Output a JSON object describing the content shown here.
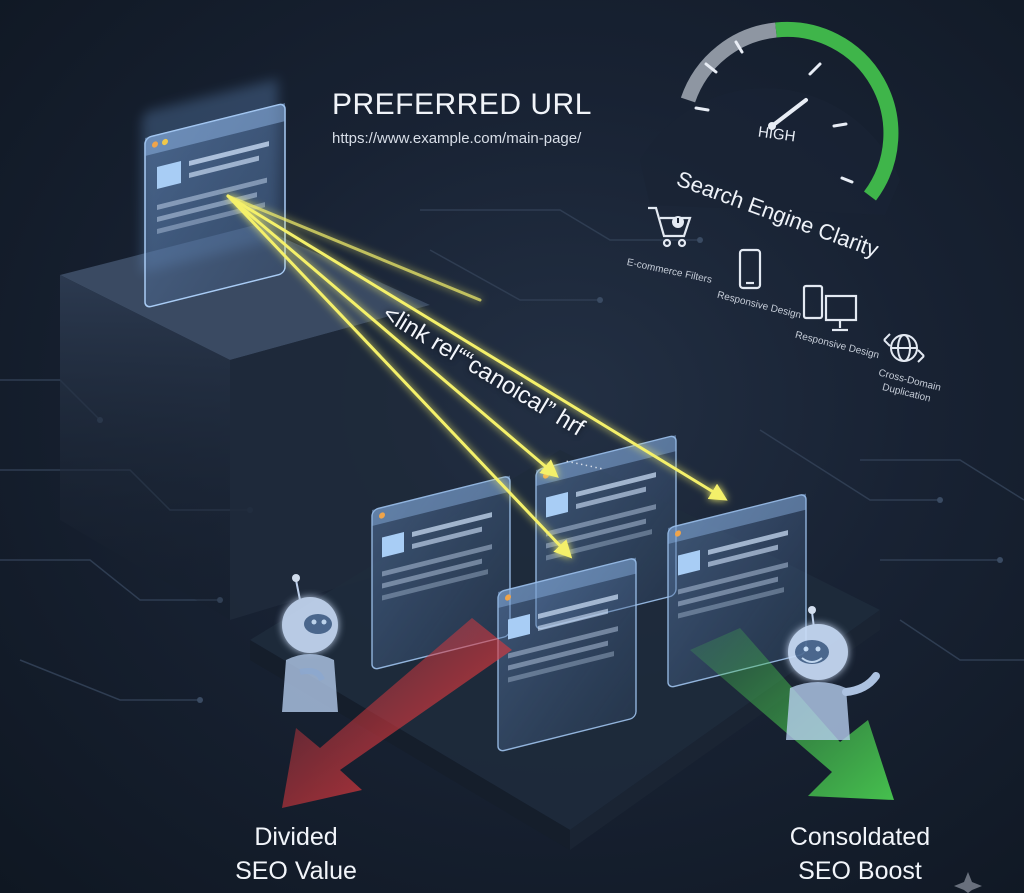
{
  "preferred": {
    "title": "PREFERRED URL",
    "url": "https://www.example.com/main-page/"
  },
  "canonical_tag": {
    "text": "<link rel““canoical” hrf",
    "trail": "........"
  },
  "gauge": {
    "level_label": "HIGH",
    "caption": "Search Engine Clarity",
    "low_color": "#8e96a2",
    "high_color": "#3fb54a"
  },
  "features": [
    {
      "label": "E-commerce Filters",
      "icon": "shopping-cart-icon"
    },
    {
      "label": "Responsive Design",
      "icon": "smartphone-icon"
    },
    {
      "label": "Responsive Design",
      "icon": "tablet-monitor-icon"
    },
    {
      "label": "Cross-Domain Duplication",
      "icon": "globe-arrows-icon"
    }
  ],
  "outcomes": {
    "negative": {
      "line1": "Divided",
      "line2": "SEO Value",
      "color": "#d9383d"
    },
    "positive": {
      "line1": "Consoldated",
      "line2": "SEO Boost",
      "color": "#46c04e"
    }
  },
  "colors": {
    "beam": "#f4f06a",
    "panel": "#9cc2f0",
    "background": "#182233"
  }
}
